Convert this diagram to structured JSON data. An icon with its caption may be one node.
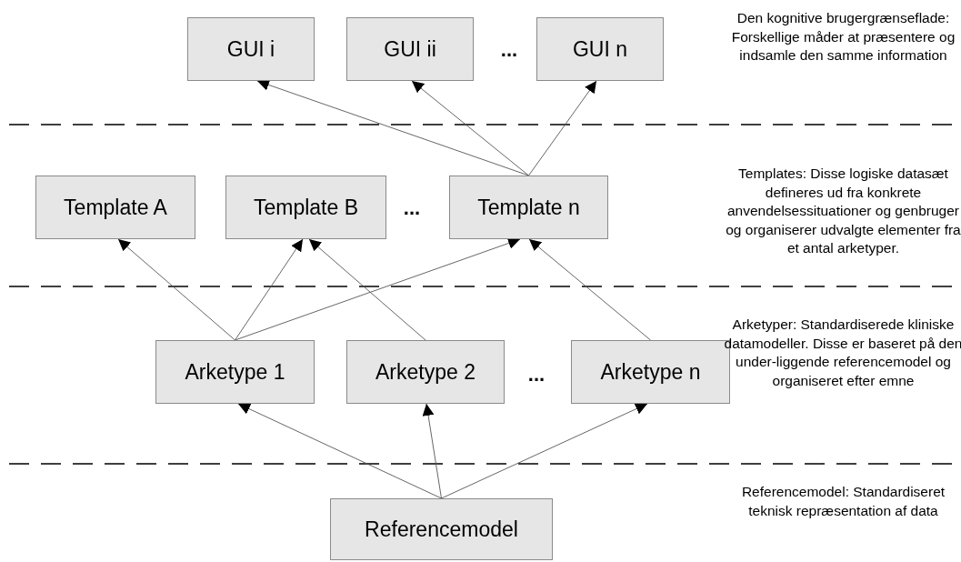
{
  "diagram": {
    "nodes": [
      {
        "text": [
          "GUI i"
        ]
      },
      {
        "text": [
          "GUI ii"
        ]
      },
      {
        "text": [
          "GUI n"
        ]
      },
      {
        "text": [
          "Template A"
        ]
      },
      {
        "text": [
          "Template B"
        ]
      },
      {
        "text": [
          "Template n"
        ]
      },
      {
        "text": [
          "Arketype 1"
        ]
      },
      {
        "text": [
          "Arketype 2"
        ]
      },
      {
        "text": [
          "Arketype n"
        ]
      },
      {
        "text": [
          "Referencemodel"
        ]
      }
    ],
    "edges": [
      {
        "from": 5,
        "to": 0,
        "arrow": "to"
      },
      {
        "from": 5,
        "to": 1,
        "arrow": "to"
      },
      {
        "from": 5,
        "to": 2,
        "arrow": "to"
      },
      {
        "from": 6,
        "to": 3,
        "arrow": "to"
      },
      {
        "from": 6,
        "to": 4,
        "arrow": "to"
      },
      {
        "from": 6,
        "to": 5,
        "arrow": "to"
      },
      {
        "from": 7,
        "to": 4,
        "arrow": "to"
      },
      {
        "from": 8,
        "to": 5,
        "arrow": "to"
      },
      {
        "from": 9,
        "to": 6,
        "arrow": "to"
      },
      {
        "from": 9,
        "to": 7,
        "arrow": "to"
      },
      {
        "from": 9,
        "to": 8,
        "arrow": "to"
      }
    ],
    "labels": [
      "...",
      "Den kognitive brugergrænseflade: Forskellige måder at præsentere og indsamle den samme information",
      "...",
      "Templates: Disse logiske datasæt defineres ud fra konkrete anvendelsessituationer og genbruger og organiserer udvalgte elementer fra et antal arketyper.",
      "...",
      "Arketyper: Standardiserede kliniske datamodeller. Disse er baseret på den under-liggende referencemodel og organiseret efter emne",
      "Referencemodel: Standardiseret teknisk repræsentation af data"
    ]
  }
}
